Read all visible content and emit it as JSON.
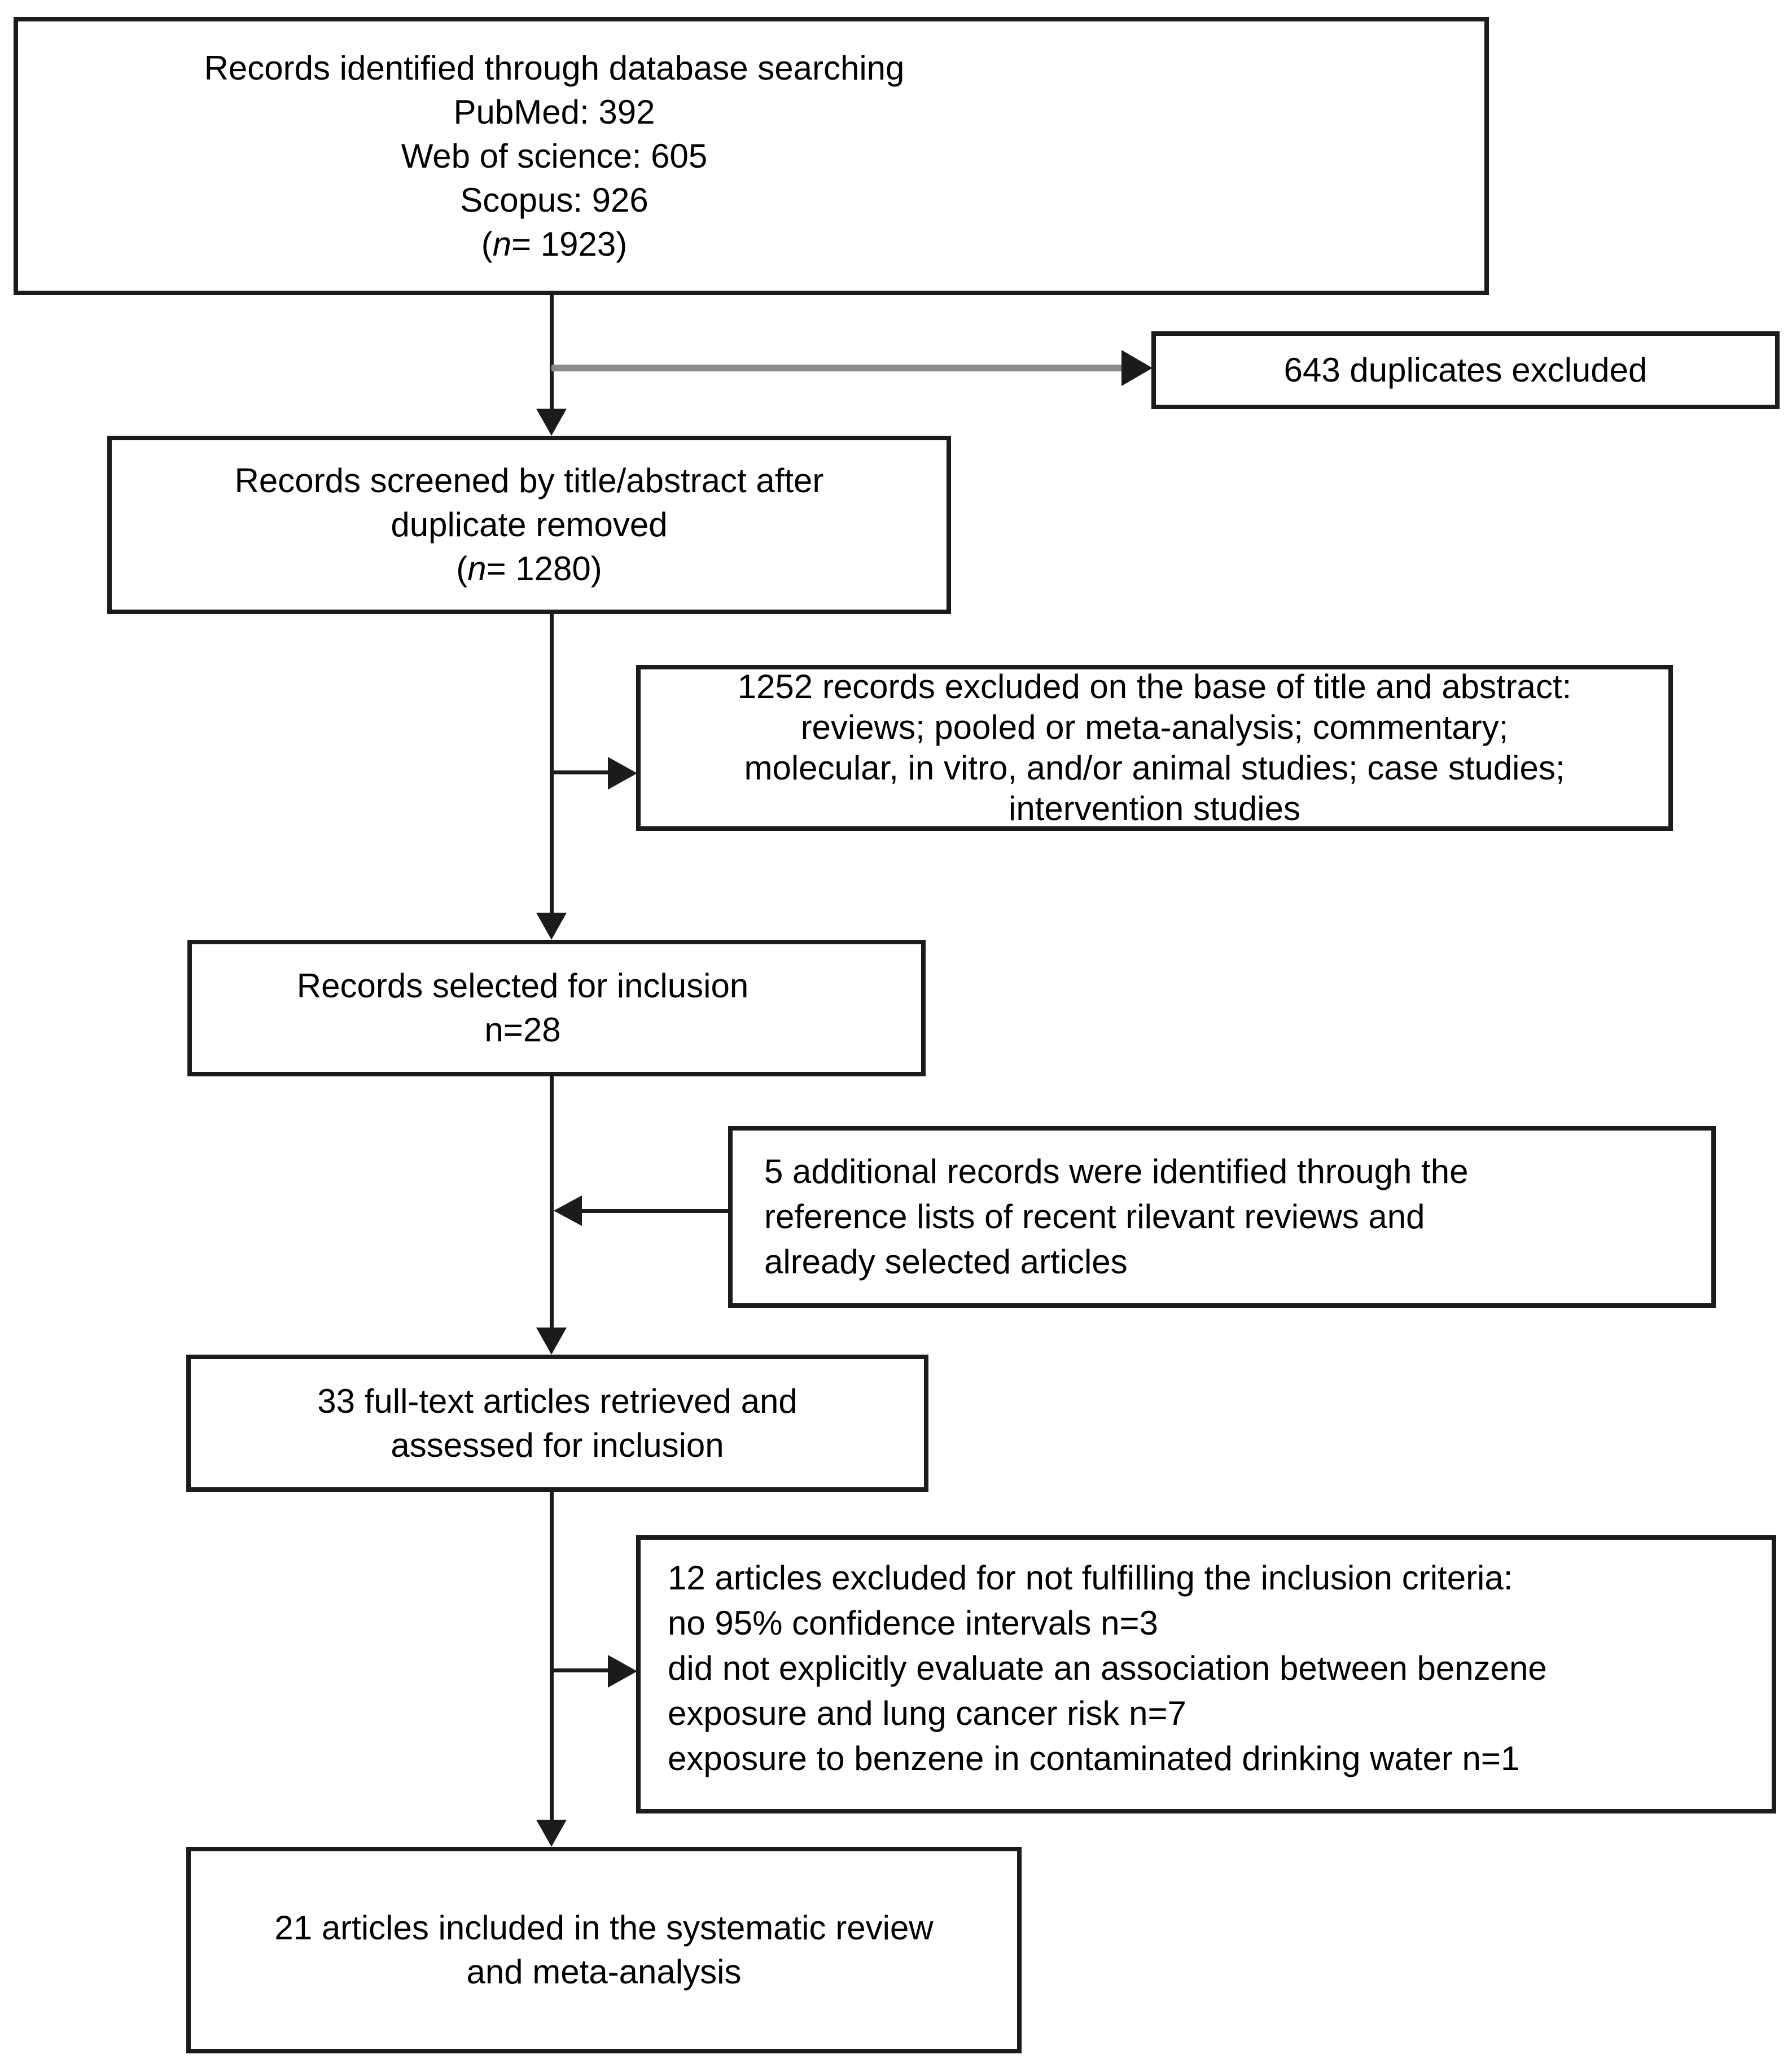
{
  "diagram_type": "study-selection-flowchart",
  "colors": {
    "background": "#ffffff",
    "text": "#000000",
    "box_border": "#1b1b1b",
    "flow_line": "#1b1b1b",
    "duplicates_branch_line": "#8a8a8a"
  },
  "boxes": {
    "identified": {
      "lines": [
        "Records identified through database searching",
        "PubMed: 392",
        "Web of science: 605",
        "Scopus: 926"
      ],
      "n_line": {
        "open": "(",
        "var": "n",
        "rest": "= 1923)"
      }
    },
    "duplicates_excluded": {
      "text": "643 duplicates excluded"
    },
    "screened": {
      "lines": [
        "Records screened by title/abstract after",
        "duplicate removed"
      ],
      "n_line": {
        "open": "(",
        "var": "n",
        "rest": "= 1280)"
      }
    },
    "excluded_title_abstract": {
      "lines": [
        "1252 records excluded on the base of title and abstract:",
        "reviews; pooled or meta-analysis; commentary;",
        "molecular, in vitro, and/or animal studies; case studies;",
        "intervention studies"
      ]
    },
    "selected": {
      "lines": [
        "Records selected for inclusion",
        "n=28"
      ]
    },
    "additional_records": {
      "lines": [
        "5 additional records were identified through the",
        "reference lists of recent rilevant reviews and",
        "already selected articles"
      ]
    },
    "fulltext_assessed": {
      "lines": [
        "33 full-text articles retrieved and",
        "assessed for inclusion"
      ]
    },
    "excluded_criteria": {
      "lines": [
        "12 articles excluded for not fulfilling the inclusion criteria:",
        "no 95% confidence intervals n=3",
        "did not explicitly evaluate an association between benzene",
        "exposure and lung cancer risk n=7",
        "exposure to benzene in contaminated drinking water n=1"
      ]
    },
    "included": {
      "lines": [
        "21 articles included in the systematic review",
        "and meta-analysis"
      ]
    }
  }
}
